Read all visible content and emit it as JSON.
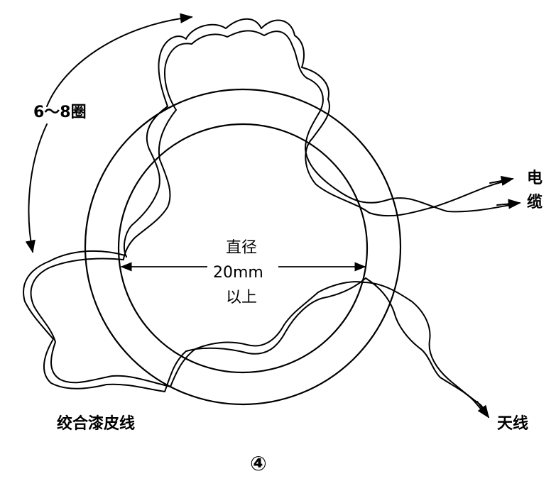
{
  "labels": {
    "turns": "6～8圈",
    "cable_top": "电",
    "cable_bottom": "缆",
    "diameter_line1": "直径",
    "diameter_line2": "20mm",
    "diameter_line3": "以上",
    "wire": "绞合漆皮线",
    "antenna": "天线",
    "figure_number": "④"
  },
  "colors": {
    "ink": "#000000",
    "background": "#ffffff"
  }
}
